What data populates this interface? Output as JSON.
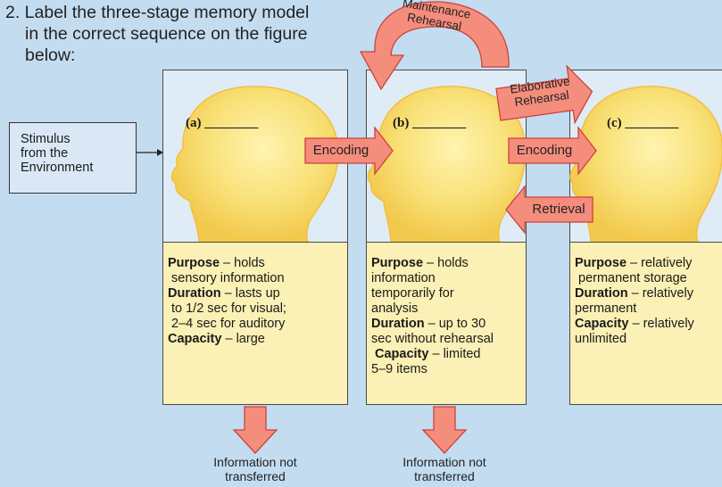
{
  "instruction": {
    "line1": "2. Label the three-stage memory model",
    "line2": "in the correct sequence on the figure",
    "line3": "below:"
  },
  "stimulus": [
    "Stimulus",
    "from the",
    "Environment"
  ],
  "stages": [
    {
      "slot": "(a) ________",
      "lines": [
        {
          "b": "Purpose",
          "t": " – holds"
        },
        {
          "b": "",
          "t": "sensory information"
        },
        {
          "b": "Duration",
          "t": "  – lasts up"
        },
        {
          "b": "",
          "t": "to 1/2 sec for visual;"
        },
        {
          "b": "",
          "t": "2–4 sec for auditory"
        },
        {
          "b": "Capacity",
          "t": " – large"
        }
      ],
      "not_transferred": [
        "Information not",
        "transferred"
      ]
    },
    {
      "slot": "(b) ________",
      "lines": [
        {
          "b": "Purpose",
          "t": " – holds"
        },
        {
          "b": "",
          "t": "information"
        },
        {
          "b": "",
          "t": "temporarily for"
        },
        {
          "b": "",
          "t": "analysis"
        },
        {
          "b": "Duration",
          "t": "  – up to 30"
        },
        {
          "b": "",
          "t": "sec without rehearsal"
        },
        {
          "b": "Capacity",
          "t": " – limited"
        },
        {
          "b": "",
          "t": "5–9 items"
        }
      ],
      "not_transferred": [
        "Information not",
        "transferred"
      ]
    },
    {
      "slot": "(c) ________",
      "lines": [
        {
          "b": "Purpose",
          "t": " – relatively"
        },
        {
          "b": "",
          "t": "permanent storage"
        },
        {
          "b": "Duration",
          "t": " – relatively"
        },
        {
          "b": "",
          "t": "permanent"
        },
        {
          "b": "Capacity",
          "t": " – relatively"
        },
        {
          "b": "",
          "t": "unlimited"
        }
      ]
    }
  ],
  "arrows": {
    "encoding_1": "Encoding",
    "encoding_2": "Encoding",
    "retrieval": "Retrieval",
    "maintenance_line1": "Maintenance",
    "maintenance_line2": "Rehearsal",
    "elaborative_line1": "Elaborative",
    "elaborative_line2": "Rehearsal"
  },
  "colors": {
    "background": "#c3dcf0",
    "panel": "#dfecf6",
    "textbox": "#fbf0b5",
    "head": "#f9e27a",
    "arrow_fill": "#f58d7d",
    "arrow_stroke": "#c9433a"
  }
}
